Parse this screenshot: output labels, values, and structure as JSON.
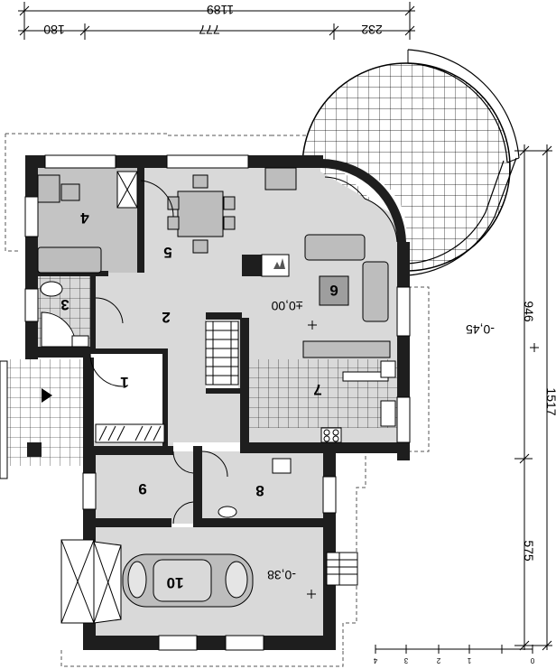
{
  "dimensions": {
    "top_total": "1189",
    "top_parts": [
      "180",
      "777",
      "232"
    ],
    "right_total": "1517",
    "right_parts": [
      "946",
      "575"
    ]
  },
  "rooms": [
    "1",
    "2",
    "3",
    "4",
    "5",
    "6",
    "7",
    "8",
    "9",
    "10"
  ],
  "levels": {
    "main": "±0,00",
    "terrace": "-0,45",
    "garage": "-0,38"
  },
  "scale_ticks": [
    "0",
    "1",
    "2",
    "3",
    "4"
  ],
  "colors": {
    "wall": "#1e1e1e",
    "room_grey": "#d9d9d9",
    "room_dark": "#c4c4c4"
  }
}
